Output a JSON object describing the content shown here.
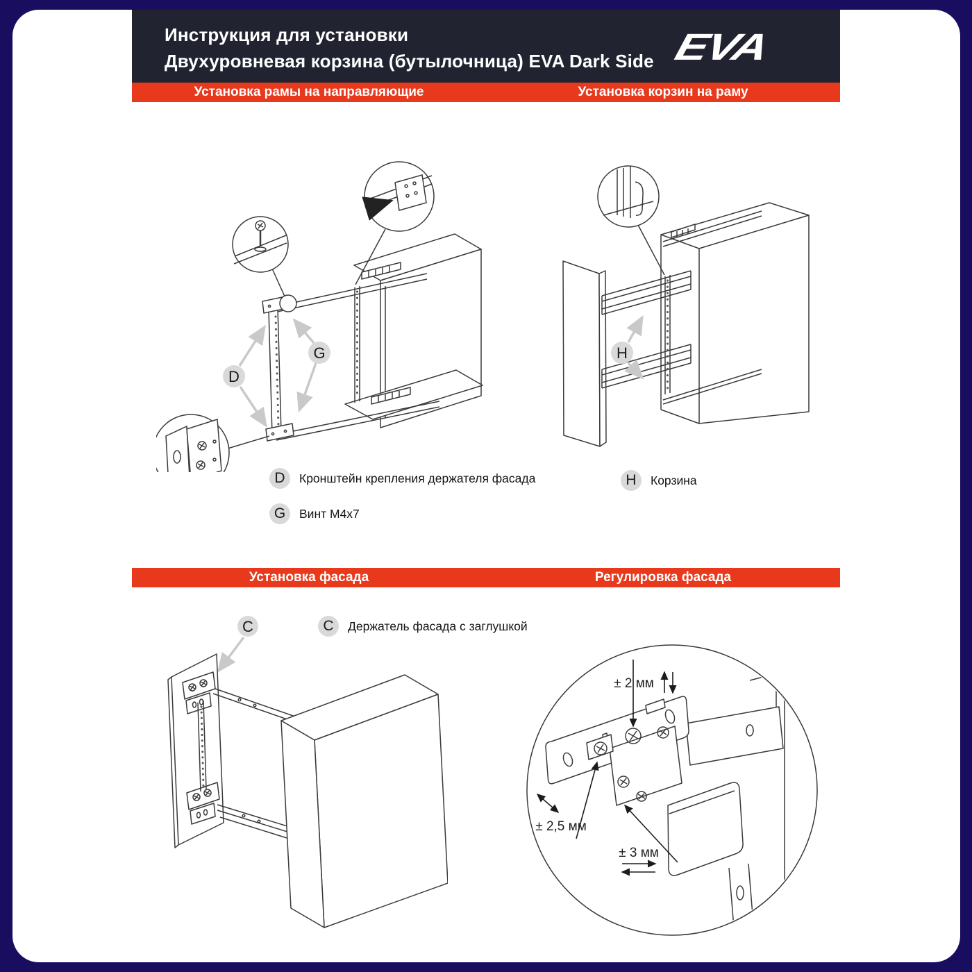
{
  "colors": {
    "outer_bg": "#180d5f",
    "header_bg": "#212430",
    "accent_red": "#e8391d",
    "page_bg": "#ffffff",
    "badge_bg": "#d9d9d9",
    "line_ink": "#3a3a3a",
    "gray_arrow": "#c9c9c9"
  },
  "header": {
    "title_line1": "Инструкция для установки",
    "title_line2": "Двухуровневая корзина (бутылочница) EVA Dark Side",
    "logo_text": "EVA"
  },
  "section_bars": {
    "top_left": "Установка рамы на направляющие",
    "top_right": "Установка корзин на раму",
    "bottom_left": "Установка фасада",
    "bottom_right": "Регулировка фасада"
  },
  "badges": {
    "d": "D",
    "g": "G",
    "h": "H",
    "c": "C"
  },
  "legend": {
    "d": "Кронштейн крепления держателя фасада",
    "g": "Винт M4x7",
    "h": "Корзина",
    "c": "Держатель фасада с заглушкой"
  },
  "adjustments": {
    "vertical": "± 2 мм",
    "depth": "± 2,5 мм",
    "horizontal": "± 3 мм"
  }
}
